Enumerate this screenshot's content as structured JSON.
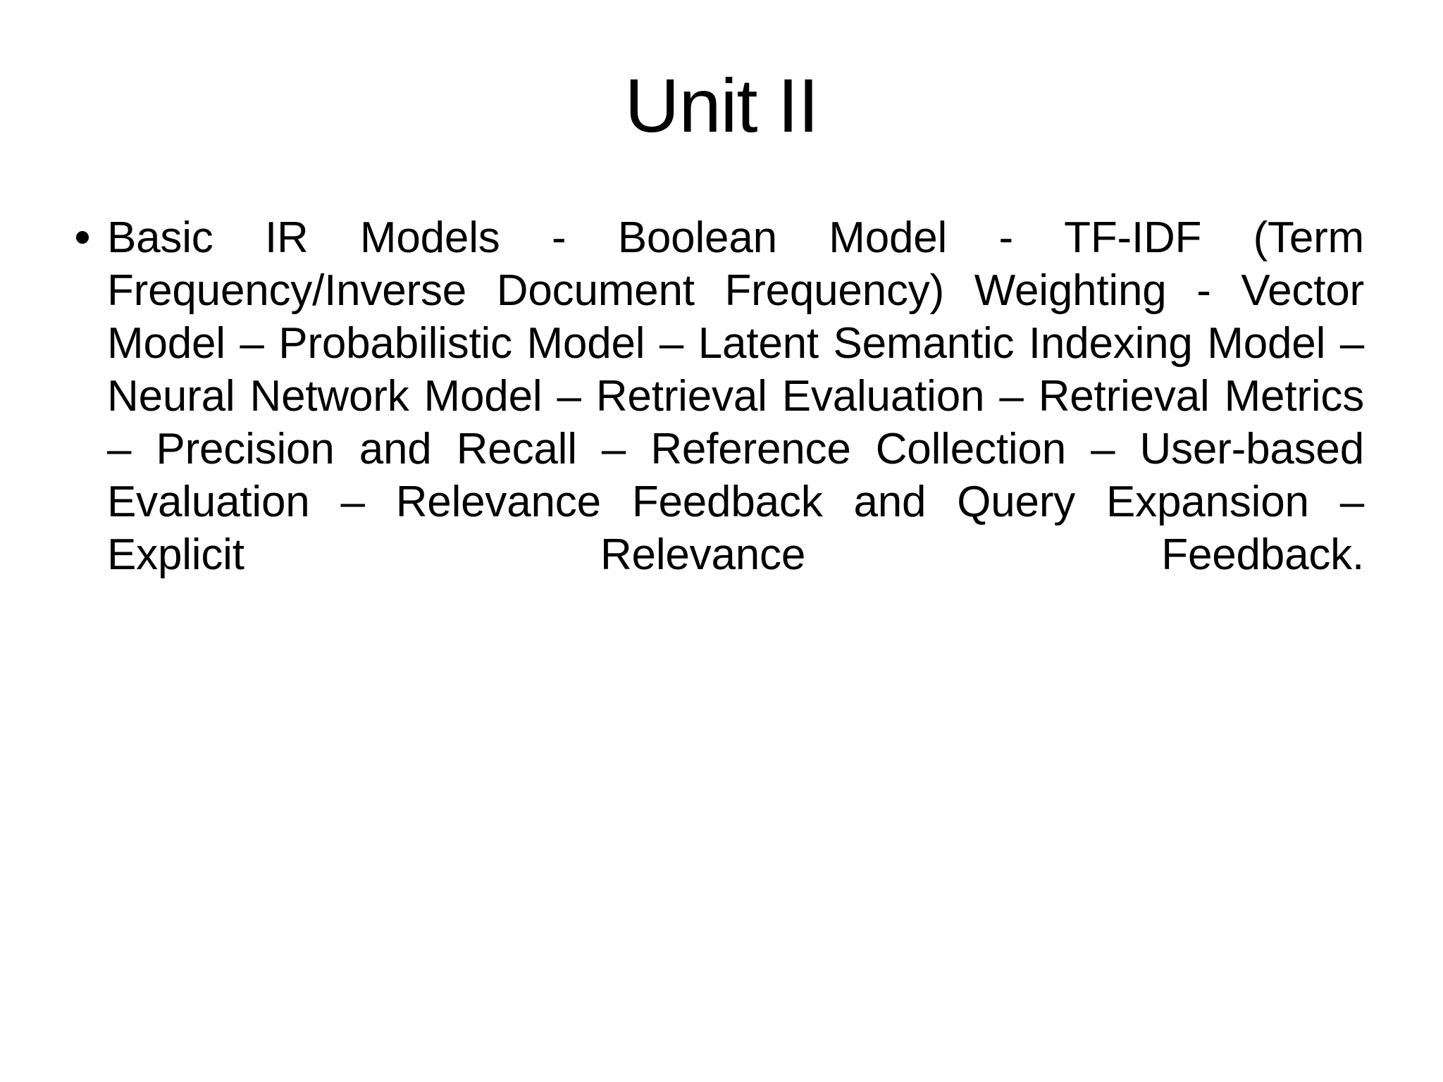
{
  "slide": {
    "title": "Unit II",
    "background_color": "#ffffff",
    "text_color": "#000000",
    "bullets": [
      {
        "marker": "bullet-dot",
        "text": "Basic IR Models - Boolean Model - TF-IDF (Term Frequency/Inverse Document Frequency) Weighting - Vector Model – Probabilistic Model – Latent Semantic Indexing Model – Neural Network Model – Retrieval Evaluation – Retrieval Metrics – Precision and Recall – Reference Collection – User-based Evaluation – Relevance Feedback and Query Expansion – Explicit Relevance Feedback."
      }
    ]
  }
}
